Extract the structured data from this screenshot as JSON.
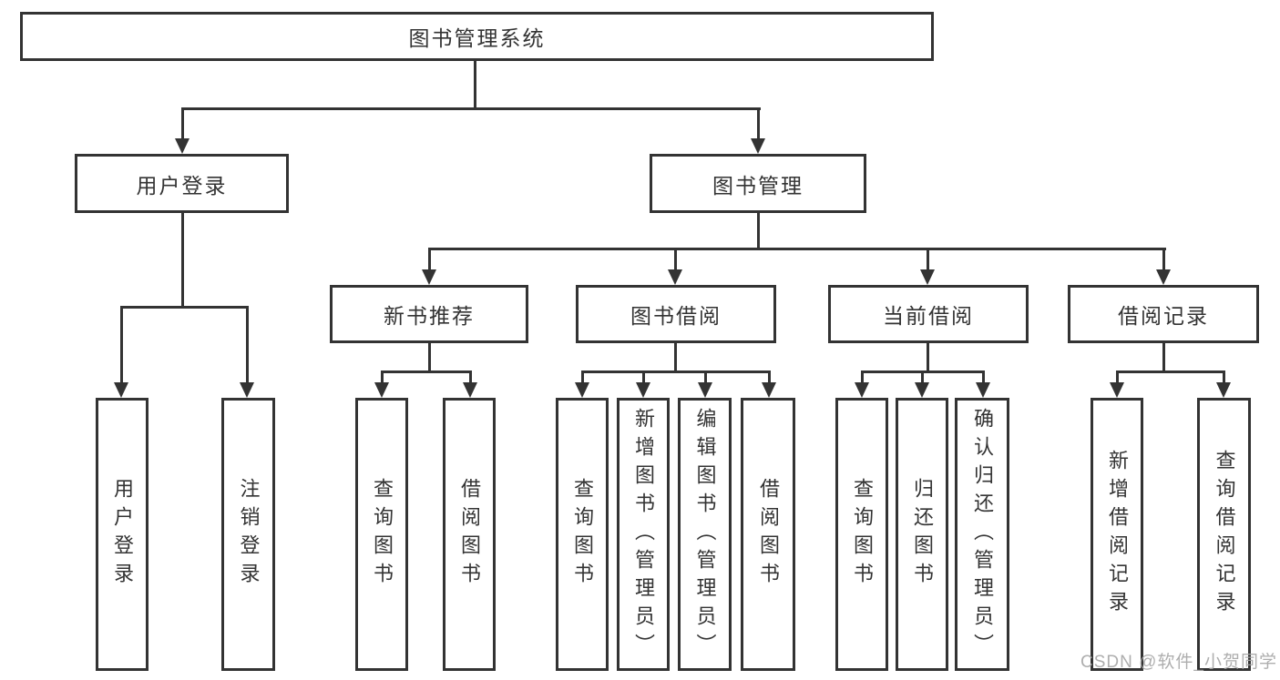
{
  "diagram": {
    "title": "图书管理系统",
    "watermark": "CSDN @软件_小贺同学",
    "colors": {
      "line": "#333333",
      "text": "#333333",
      "watermark": "#a6a6a6",
      "background": "#ffffff"
    },
    "tree": {
      "label": "图书管理系统",
      "children": [
        {
          "label": "用户登录",
          "children": [
            {
              "label": "用户登录"
            },
            {
              "label": "注销登录"
            }
          ]
        },
        {
          "label": "图书管理",
          "children": [
            {
              "label": "新书推荐",
              "children": [
                {
                  "label": "查询图书"
                },
                {
                  "label": "借阅图书"
                }
              ]
            },
            {
              "label": "图书借阅",
              "children": [
                {
                  "label": "查询图书"
                },
                {
                  "label": "新增图书（管理员）"
                },
                {
                  "label": "编辑图书（管理员）"
                },
                {
                  "label": "借阅图书"
                }
              ]
            },
            {
              "label": "当前借阅",
              "children": [
                {
                  "label": "查询图书"
                },
                {
                  "label": "归还图书"
                },
                {
                  "label": "确认归还（管理员）"
                }
              ]
            },
            {
              "label": "借阅记录",
              "children": [
                {
                  "label": "新增借阅记录"
                },
                {
                  "label": "查询借阅记录"
                }
              ]
            }
          ]
        }
      ]
    }
  }
}
